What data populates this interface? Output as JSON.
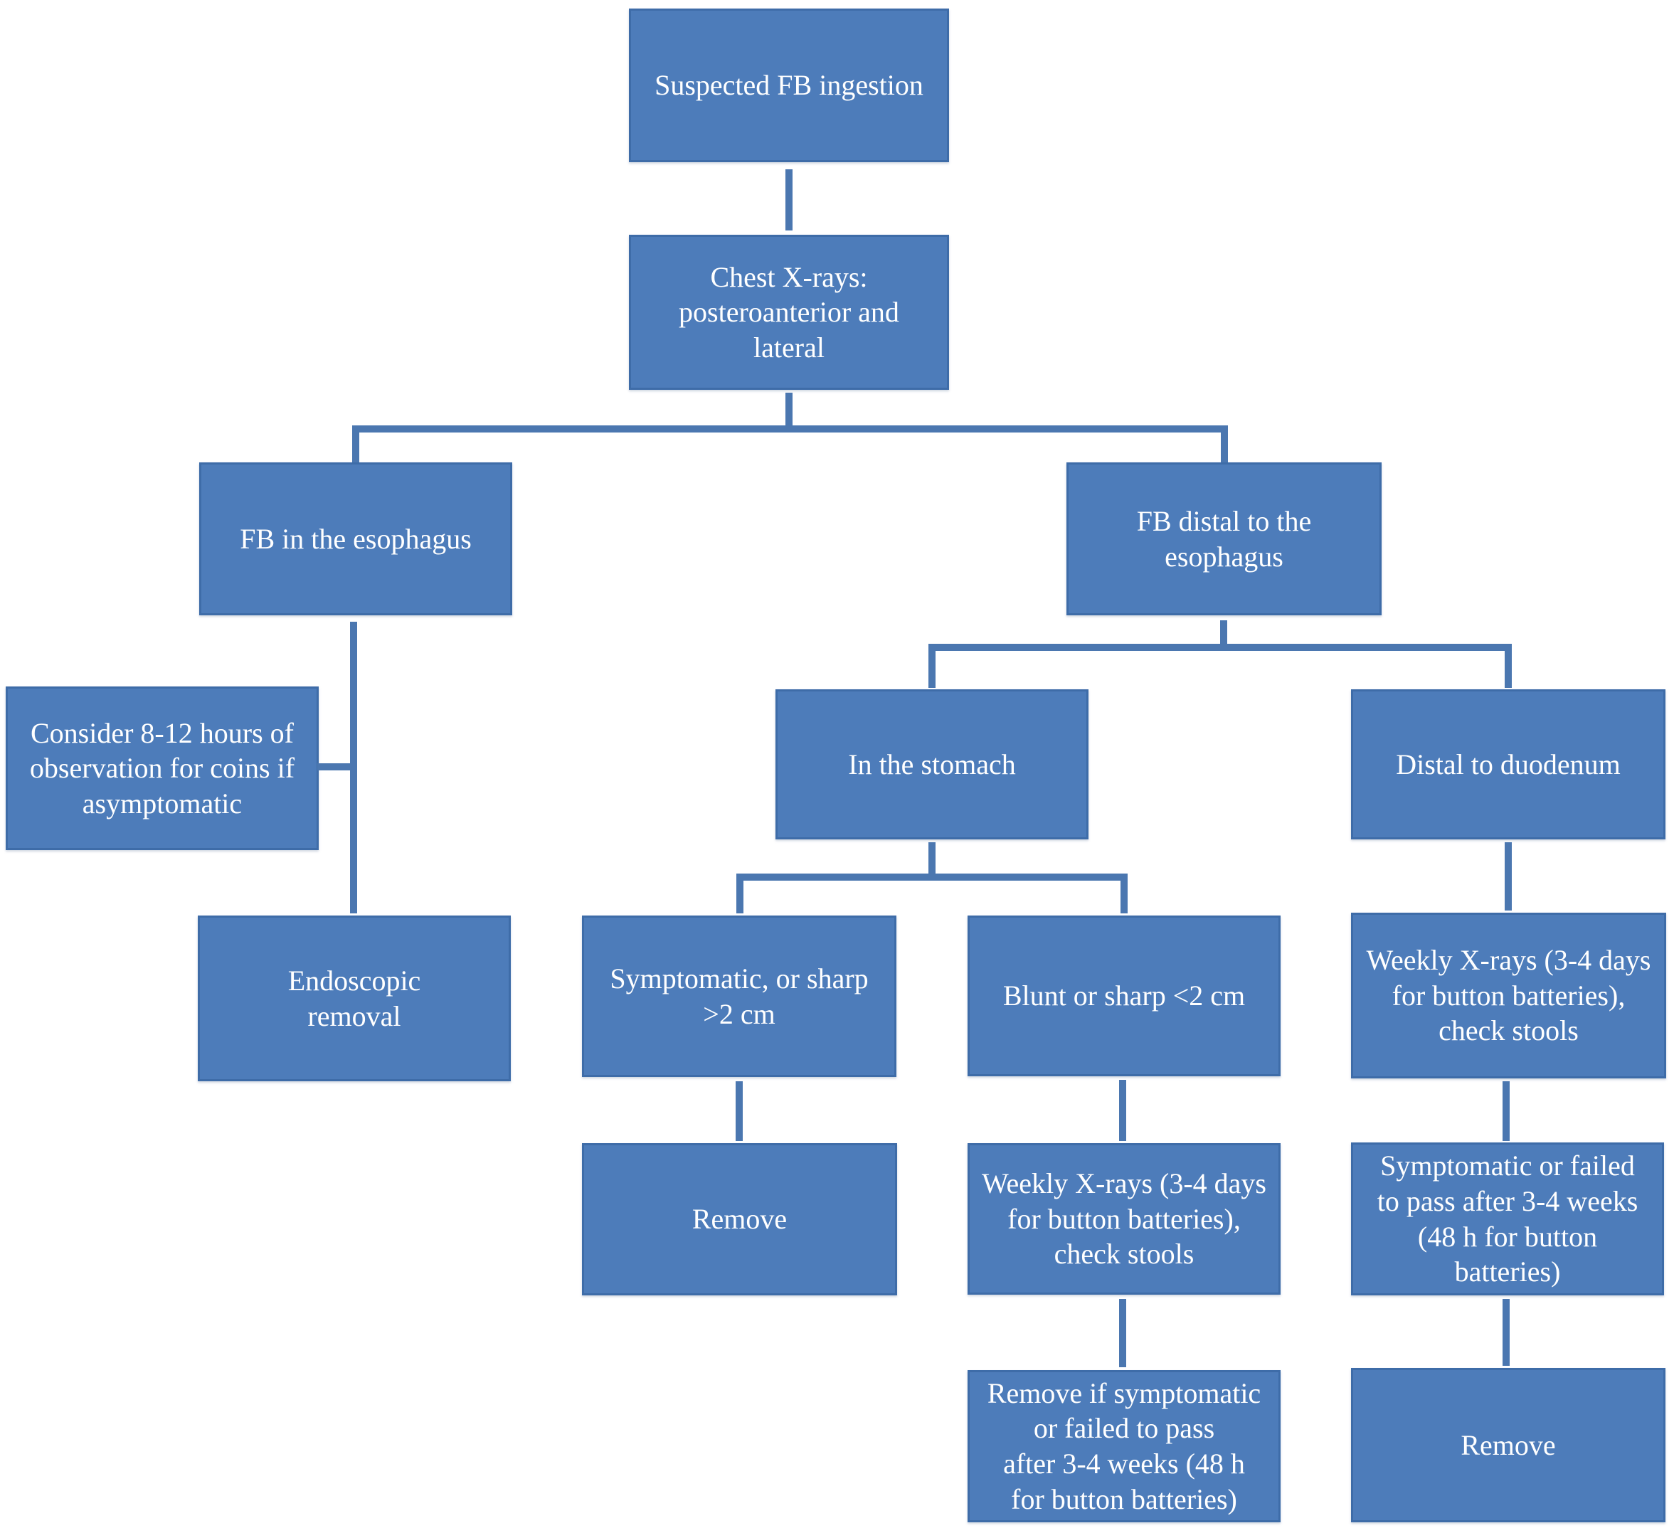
{
  "title": "Suspected FB ingestion management flowchart",
  "colors": {
    "box_fill": "#4d7cba",
    "box_border": "#3e6ca8",
    "connector": "#4b77b0",
    "text": "#ffffff",
    "bg": "#ffffff"
  },
  "chart_data": {
    "type": "flowchart",
    "root": "suspected"
  },
  "nodes": {
    "suspected": {
      "label": "Suspected FB ingestion"
    },
    "chest_xrays": {
      "label": "Chest X-rays:\nposteroanterior and\nlateral"
    },
    "fb_esophagus": {
      "label": "FB in the esophagus"
    },
    "fb_distal": {
      "label": "FB distal to the\nesophagus"
    },
    "consider": {
      "label": "Consider 8-12 hours of\nobservation for coins if\nasymptomatic"
    },
    "in_stomach": {
      "label": "In the stomach"
    },
    "distal_duodenum": {
      "label": "Distal to duodenum"
    },
    "endoscopic": {
      "label": "Endoscopic\nremoval"
    },
    "symptomatic_sharp": {
      "label": "Symptomatic, or sharp\n>2 cm"
    },
    "blunt_sharp": {
      "label": "Blunt or sharp <2 cm"
    },
    "weekly_duodenum": {
      "label": "Weekly X-rays (3-4 days\nfor button batteries),\ncheck stools"
    },
    "remove_stomach": {
      "label": "Remove"
    },
    "weekly_stomach": {
      "label": "Weekly X-rays (3-4 days\nfor button batteries),\ncheck stools"
    },
    "symptomatic_failed": {
      "label": "Symptomatic or failed\nto pass after 3-4 weeks\n(48 h for button\nbatteries)"
    },
    "remove_if": {
      "label": "Remove if symptomatic\nor failed to pass\nafter 3-4 weeks (48 h\nfor button batteries)"
    },
    "remove_duodenum": {
      "label": "Remove"
    }
  },
  "edges": [
    {
      "from": "suspected",
      "to": "chest_xrays"
    },
    {
      "from": "chest_xrays",
      "to": "fb_esophagus"
    },
    {
      "from": "chest_xrays",
      "to": "fb_distal"
    },
    {
      "from": "fb_esophagus",
      "to": "endoscopic"
    },
    {
      "from": "consider",
      "to": "endoscopic",
      "note": "side branch joining the esophagus-to-removal line"
    },
    {
      "from": "fb_distal",
      "to": "in_stomach"
    },
    {
      "from": "fb_distal",
      "to": "distal_duodenum"
    },
    {
      "from": "in_stomach",
      "to": "symptomatic_sharp"
    },
    {
      "from": "in_stomach",
      "to": "blunt_sharp"
    },
    {
      "from": "symptomatic_sharp",
      "to": "remove_stomach"
    },
    {
      "from": "blunt_sharp",
      "to": "weekly_stomach"
    },
    {
      "from": "weekly_stomach",
      "to": "remove_if"
    },
    {
      "from": "distal_duodenum",
      "to": "weekly_duodenum"
    },
    {
      "from": "weekly_duodenum",
      "to": "symptomatic_failed"
    },
    {
      "from": "symptomatic_failed",
      "to": "remove_duodenum"
    }
  ]
}
